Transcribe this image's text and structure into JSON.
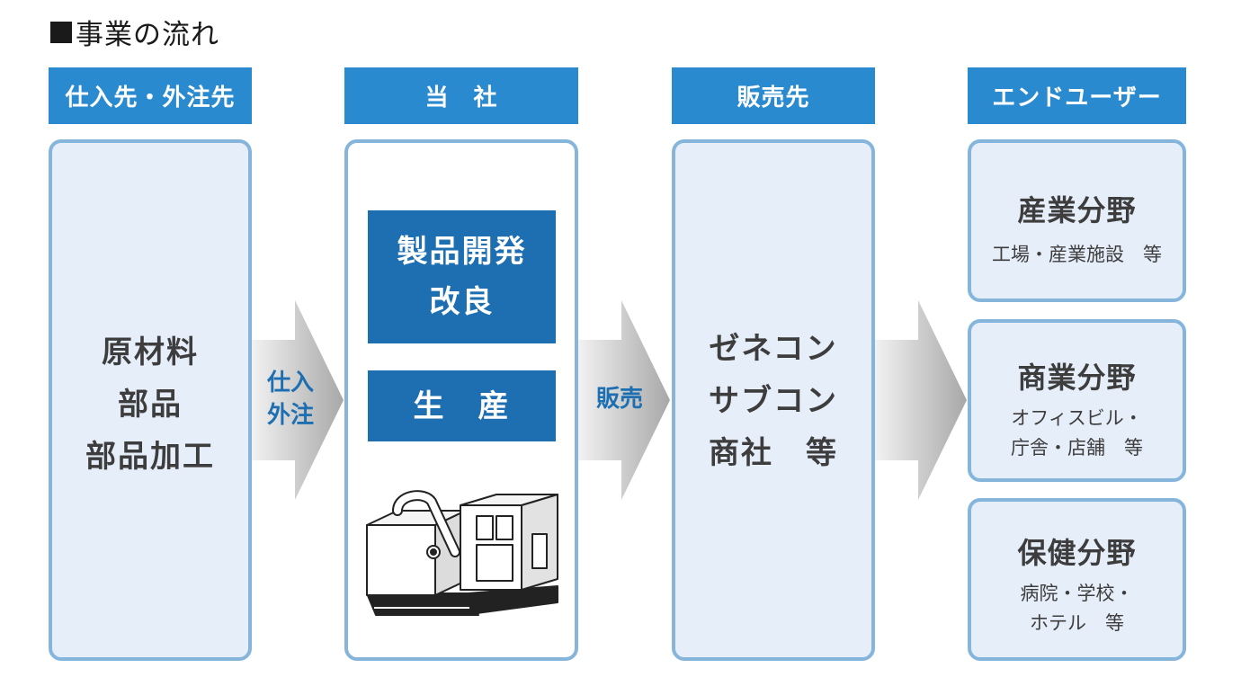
{
  "title": "事業の流れ",
  "columns": {
    "supplier": {
      "header": "仕入先・外注先",
      "lines": [
        "原材料",
        "部品",
        "部品加工"
      ]
    },
    "company": {
      "header": "当　社",
      "box1_lines": [
        "製品開発",
        "改良"
      ],
      "box2": "生　産"
    },
    "sales": {
      "header": "販売先",
      "lines": [
        "ゼネコン",
        "サブコン",
        "商社　等"
      ]
    },
    "end_user": {
      "header": "エンドユーザー",
      "segments": [
        {
          "title": "産業分野",
          "desc": [
            "工場・産業施設　等"
          ]
        },
        {
          "title": "商業分野",
          "desc": [
            "オフィスビル・",
            "庁舎・店舗　等"
          ]
        },
        {
          "title": "保健分野",
          "desc": [
            "病院・学校・",
            "ホテル　等"
          ]
        }
      ]
    }
  },
  "arrows": {
    "a1": [
      "仕入",
      "外注"
    ],
    "a2": [
      "販売"
    ],
    "a3": []
  },
  "colors": {
    "header_bg": "#2a8ad0",
    "panel_border": "#86b5dc",
    "panel_fill": "#e6eefa",
    "company_box": "#1e6fb1",
    "arrow_label": "#1e6fb1"
  }
}
